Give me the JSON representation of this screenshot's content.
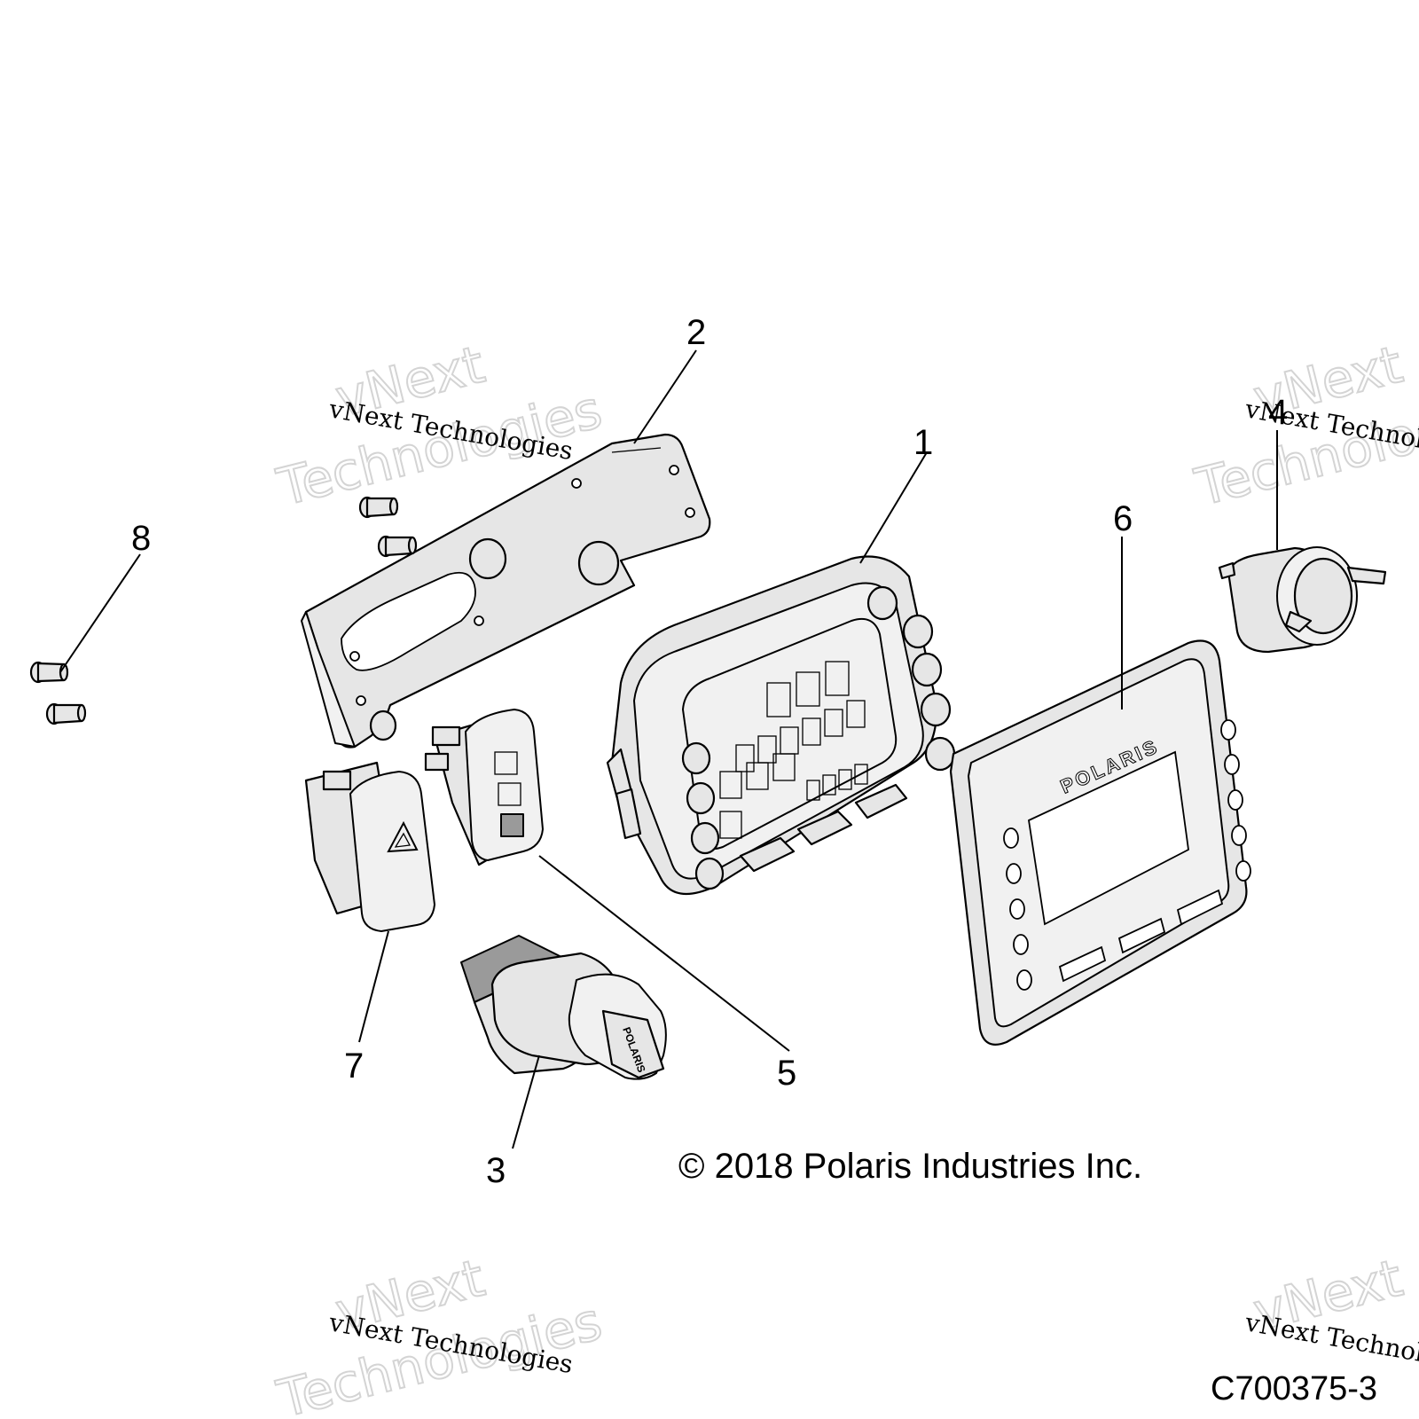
{
  "callouts": [
    {
      "id": "1",
      "label": "1"
    },
    {
      "id": "2",
      "label": "2"
    },
    {
      "id": "3",
      "label": "3"
    },
    {
      "id": "4",
      "label": "4"
    },
    {
      "id": "5",
      "label": "5"
    },
    {
      "id": "6",
      "label": "6"
    },
    {
      "id": "7",
      "label": "7"
    },
    {
      "id": "8",
      "label": "8"
    }
  ],
  "copyright": "© 2018 Polaris Industries Inc.",
  "drawing_code": "C700375-3",
  "watermark": {
    "small": "vNext Technologies",
    "big_line1": "vNext",
    "big_line2": "Technologies"
  },
  "bezel_logo": "POLARIS",
  "key_logo": "POLARIS"
}
